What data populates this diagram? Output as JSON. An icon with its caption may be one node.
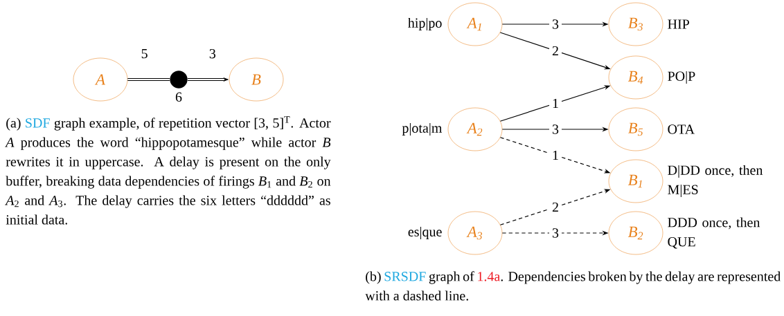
{
  "diagram": {
    "nodes": [
      {
        "text": [
          "A"
        ]
      },
      {
        "text": [
          "B"
        ]
      },
      {
        "text": [],
        "shape": "circle",
        "beside": [
          "6"
        ]
      },
      {
        "text": [
          "A$_{1}$"
        ],
        "beside": [
          "hip|po"
        ]
      },
      {
        "text": [
          "B$_{3}$"
        ],
        "beside": [
          "HIP"
        ]
      },
      {
        "text": [
          "B$_{4}$"
        ],
        "beside": [
          "PO|P"
        ]
      },
      {
        "text": [
          "A$_{2}$"
        ],
        "beside": [
          "p|ota|m"
        ]
      },
      {
        "text": [
          "B$_{5}$"
        ],
        "beside": [
          "OTA"
        ]
      },
      {
        "text": [
          "B$_{1}$"
        ],
        "beside": [
          "D|DD once, then M|ES"
        ]
      },
      {
        "text": [
          "A$_{3}$"
        ],
        "beside": [
          "es|que"
        ]
      },
      {
        "text": [
          "B$_{2}$"
        ],
        "beside": [
          "DDD once, then QUE"
        ]
      }
    ],
    "edges": [
      {
        "from": 0,
        "to": 2,
        "arrow": "none",
        "label": "5",
        "style": "thick"
      },
      {
        "from": 2,
        "to": 1,
        "arrow": "to",
        "label": "3",
        "style": "thick"
      },
      {
        "from": 3,
        "to": 4,
        "arrow": "to",
        "label": "3"
      },
      {
        "from": 3,
        "to": 5,
        "arrow": "to",
        "label": "2"
      },
      {
        "from": 6,
        "to": 5,
        "arrow": "to",
        "label": "1"
      },
      {
        "from": 6,
        "to": 7,
        "arrow": "to",
        "label": "3"
      },
      {
        "from": 6,
        "to": 8,
        "arrow": "to",
        "label": "1",
        "style": "dashed"
      },
      {
        "from": 9,
        "to": 8,
        "arrow": "to",
        "label": "2",
        "style": "dashed"
      },
      {
        "from": 9,
        "to": 10,
        "arrow": "to",
        "label": "3",
        "style": "dashed"
      }
    ],
    "labels": [
      "(a)",
      "SDF",
      "graph example, of repetition vector [3, 5]$^{T}$. Actor *A* produces the word “hippopotamesque” while actor *B* rewrites it in uppercase. A delay is present on the only buffer, breaking data dependencies of firings *B*$_{1}$ and *B*$_{2}$ on *A*$_{2}$ and *A*$_{3}$. The delay carries the six letters “dddddd” as initial data.",
      "(b)",
      "SRSDF",
      "graph of",
      "1.4a",
      ". Dependencies broken by the delay are represented with a dashed line."
    ]
  }
}
